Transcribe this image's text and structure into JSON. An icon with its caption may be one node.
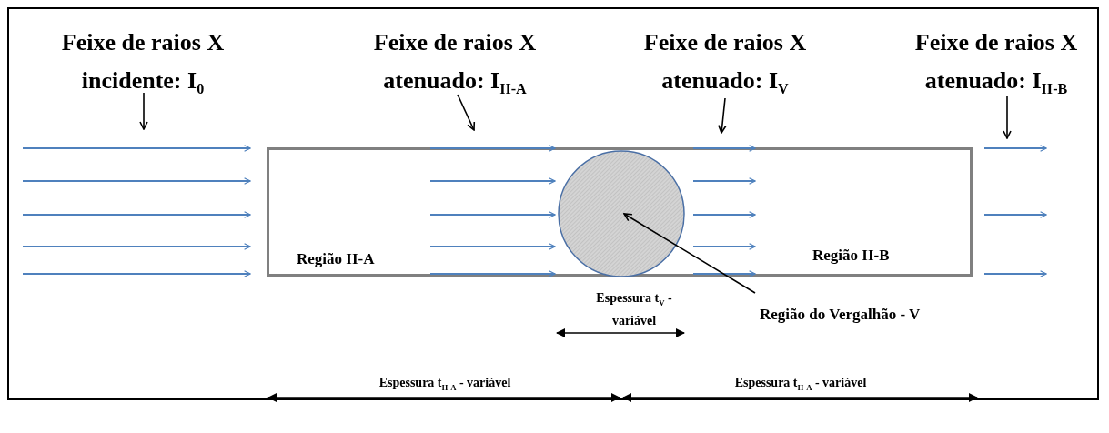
{
  "diagram": {
    "nodes": [
      {
        "text": [
          "Feixe de raios X incidente: I$_{0}$"
        ]
      },
      {
        "text": [
          "Feixe de raios X atenuado: I$_{II-A}$"
        ]
      },
      {
        "text": [
          "Feixe de raios X atenuado: I$_{V}$"
        ]
      },
      {
        "text": [
          "Feixe de raios X atenuado: I$_{II-B}$"
        ]
      },
      {
        "text": [
          "Região II-A",
          "Região II-B"
        ]
      },
      {
        "text": [],
        "shape": "circle",
        "in": 4
      },
      {
        "text": [
          "Região do Vergalhão - V"
        ]
      },
      {
        "text": [],
        "shape": "arrow"
      },
      {
        "text": [],
        "shape": "arrow",
        "in": 4
      },
      {
        "text": [],
        "shape": "arrow",
        "in": 4
      },
      {
        "text": [],
        "shape": "arrow"
      }
    ],
    "edges": [
      {
        "from": 0,
        "to": 7,
        "arrow": "to"
      },
      {
        "from": 1,
        "to": 8,
        "arrow": "to"
      },
      {
        "from": 2,
        "to": 9,
        "arrow": "to"
      },
      {
        "from": 3,
        "to": 10,
        "arrow": "to"
      },
      {
        "from": 6,
        "to": 5,
        "arrow": "to"
      }
    ],
    "labels": [
      "Espessura t$_{V}$ - variável",
      "Espessura t$_{II-A}$ - variável",
      "Espessura t$_{II-A}$ - variável"
    ]
  }
}
